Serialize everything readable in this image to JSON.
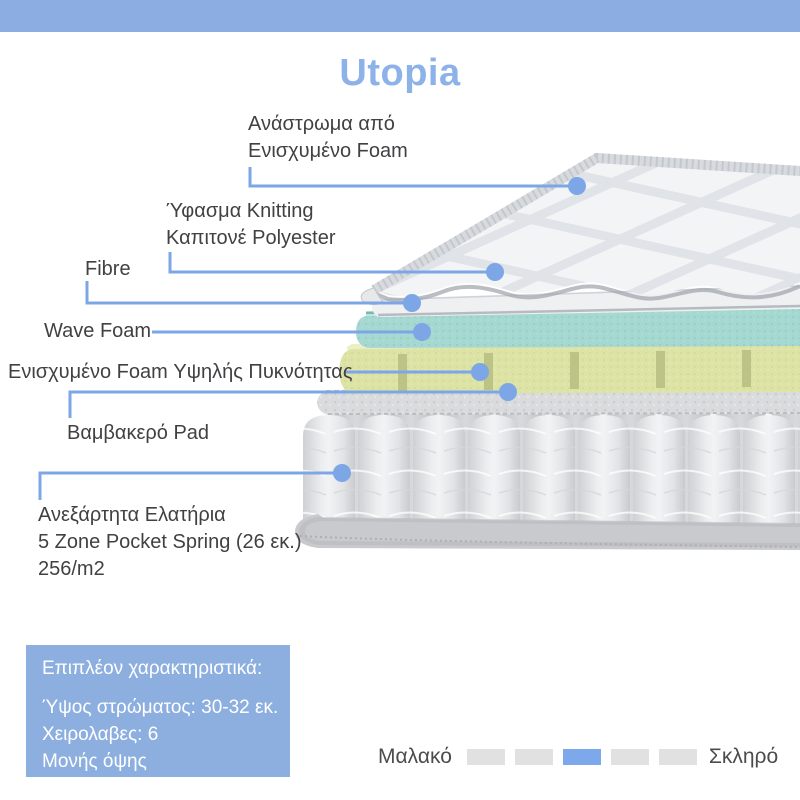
{
  "header": {
    "title": "Utopia"
  },
  "diagram": {
    "labels": {
      "topper": {
        "line1": "Ανάστρωμα από",
        "line2": "Ενισχυμένο Foam"
      },
      "fabric": {
        "line1": "Ύφασμα Knitting",
        "line2": "Καπιτονέ Polyester"
      },
      "fibre": {
        "line1": "Fibre"
      },
      "wave_foam": {
        "line1": "Wave Foam"
      },
      "hd_foam": {
        "line1": "Ενισχυμένο Foam Υψηλής Πυκνότητας"
      },
      "cotton_pad": {
        "line1": "Βαμβακερό Pad"
      },
      "springs": {
        "line1": "Ανεξάρτητα Ελατήρια",
        "line2": "5 Zone Pocket Spring (26 εκ.)",
        "line3": "256/m2"
      }
    }
  },
  "features_box": {
    "title": "Επιπλέον χαρακτηριστικά:",
    "items": {
      "height": "Ύψος στρώματος: 30-32 εκ.",
      "handles": "Χειρολαβες: 6",
      "sides": "Μονής όψης"
    }
  },
  "firmness_scale": {
    "left_label": "Μαλακό",
    "right_label": "Σκληρό",
    "levels": 5,
    "active_level": 3
  },
  "colors": {
    "top_bar": "#8bade2",
    "title": "#8db2ea",
    "connector": "#7da6e6",
    "features_box_bg": "#8dafe0",
    "scale_active": "#7da8ec",
    "scale_inactive": "#e1e1e1",
    "wave_foam_layer": "#a5d8d1",
    "hd_foam_layer": "#dde3a5",
    "quilt_layer": "#f3f4f6",
    "springs": "#e8e9eb"
  }
}
